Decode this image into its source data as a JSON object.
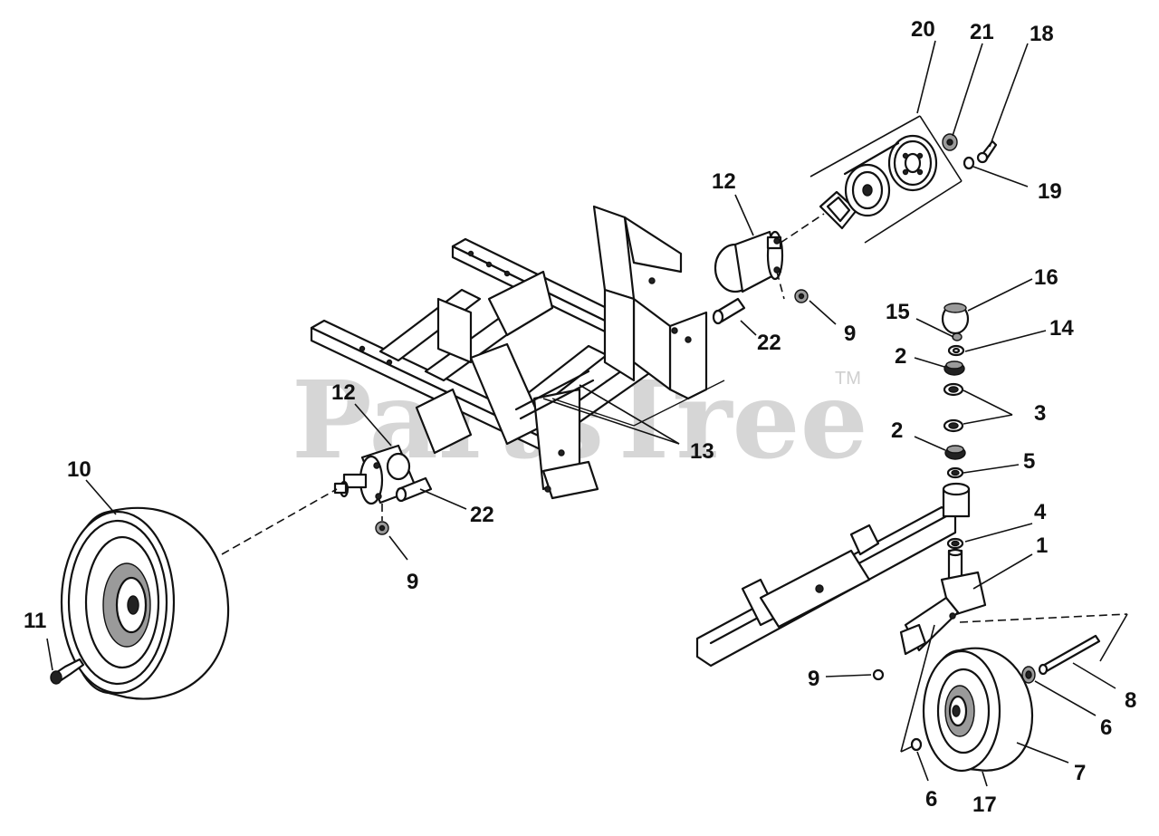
{
  "watermark": {
    "text": "PartsTree",
    "tm": "TM"
  },
  "callouts": [
    {
      "id": "c20",
      "text": "20"
    },
    {
      "id": "c21",
      "text": "21"
    },
    {
      "id": "c18",
      "text": "18"
    },
    {
      "id": "c19",
      "text": "19"
    },
    {
      "id": "c12a",
      "text": "12"
    },
    {
      "id": "c16",
      "text": "16"
    },
    {
      "id": "c15",
      "text": "15"
    },
    {
      "id": "c14",
      "text": "14"
    },
    {
      "id": "c9a",
      "text": "9"
    },
    {
      "id": "c22a",
      "text": "22"
    },
    {
      "id": "c2a",
      "text": "2"
    },
    {
      "id": "c3",
      "text": "3"
    },
    {
      "id": "c12b",
      "text": "12"
    },
    {
      "id": "c2b",
      "text": "2"
    },
    {
      "id": "c5",
      "text": "5"
    },
    {
      "id": "c13",
      "text": "13"
    },
    {
      "id": "c10",
      "text": "10"
    },
    {
      "id": "c22b",
      "text": "22"
    },
    {
      "id": "c4",
      "text": "4"
    },
    {
      "id": "c1",
      "text": "1"
    },
    {
      "id": "c9b",
      "text": "9"
    },
    {
      "id": "c11",
      "text": "11"
    },
    {
      "id": "c9c",
      "text": "9"
    },
    {
      "id": "c8",
      "text": "8"
    },
    {
      "id": "c6a",
      "text": "6"
    },
    {
      "id": "c7",
      "text": "7"
    },
    {
      "id": "c6b",
      "text": "6"
    },
    {
      "id": "c17",
      "text": "17"
    }
  ]
}
